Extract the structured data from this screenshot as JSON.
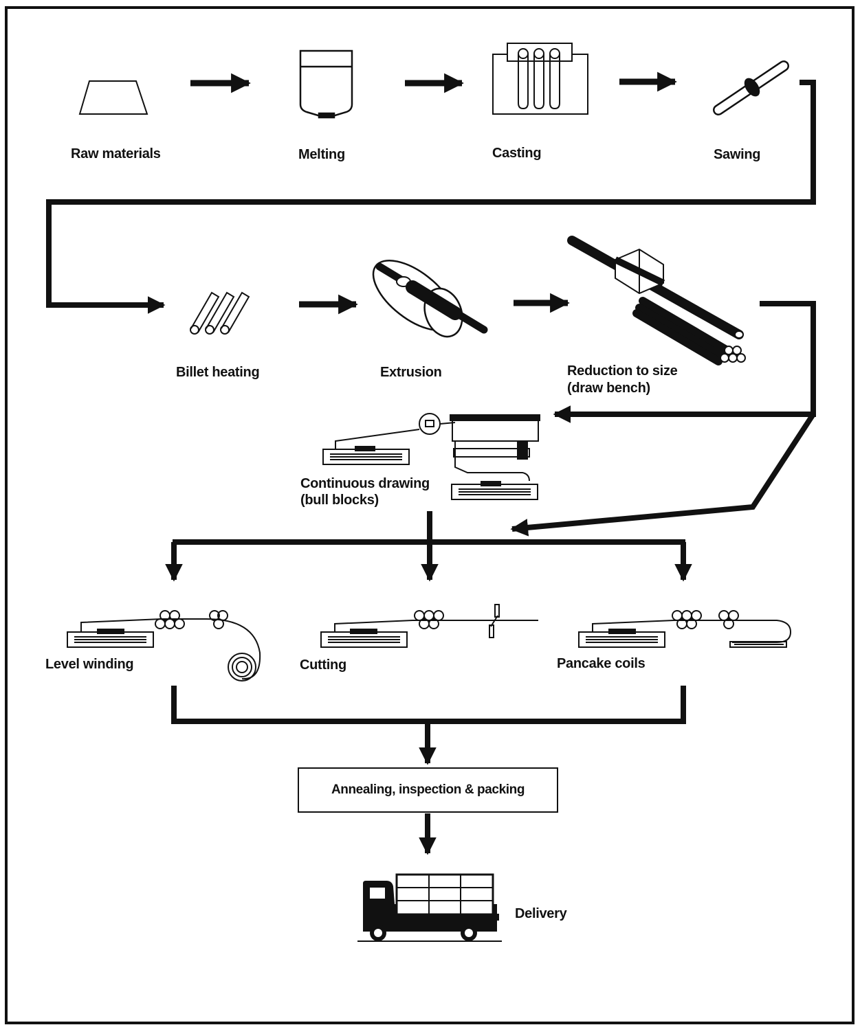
{
  "steps": {
    "raw_materials": "Raw materials",
    "melting": "Melting",
    "casting": "Casting",
    "sawing": "Sawing",
    "billet_heating": "Billet heating",
    "extrusion": "Extrusion",
    "reduction_line1": "Reduction to size",
    "reduction_line2": "(draw bench)",
    "continuous_line1": "Continuous drawing",
    "continuous_line2": "(bull blocks)",
    "level_winding": "Level winding",
    "cutting": "Cutting",
    "pancake_coils": "Pancake coils",
    "annealing": "Annealing, inspection & packing",
    "delivery": "Delivery"
  },
  "colors": {
    "ink": "#111111",
    "paper": "#ffffff"
  }
}
